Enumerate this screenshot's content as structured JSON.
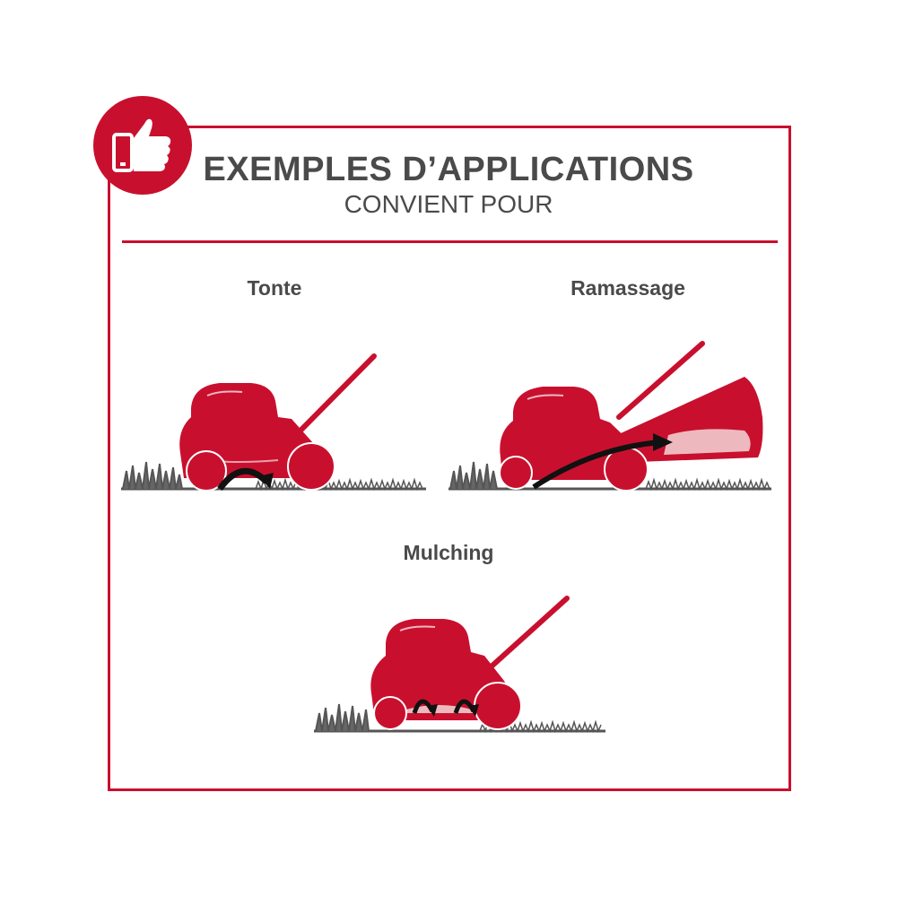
{
  "header": {
    "title": "EXEMPLES D’APPLICATIONS",
    "subtitle": "CONVIENT POUR",
    "badge_icon": "thumbs-up-icon"
  },
  "applications": [
    {
      "label": "Tonte",
      "icon": "lawn-mower-cutting-icon"
    },
    {
      "label": "Ramassage",
      "icon": "lawn-mower-collecting-icon"
    },
    {
      "label": "Mulching",
      "icon": "lawn-mower-mulching-icon"
    }
  ],
  "colors": {
    "accent": "#c8102e",
    "text": "#4a4a4a",
    "grass": "#555555"
  }
}
